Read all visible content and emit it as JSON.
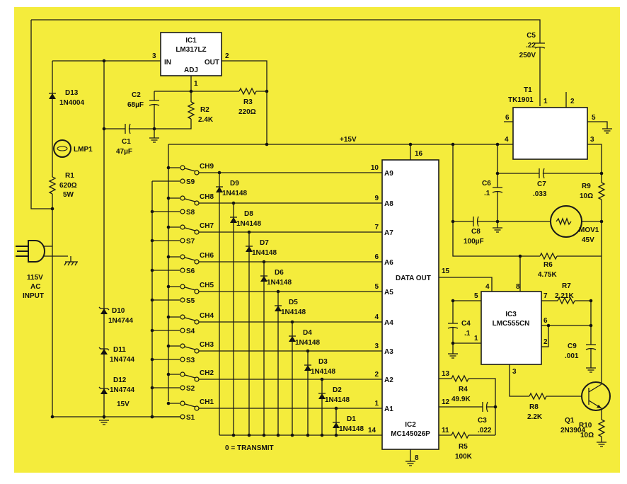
{
  "background_color": "#f4ec3c",
  "ic1": {
    "ref": "IC1",
    "part": "LM317LZ",
    "in": "IN",
    "out": "OUT",
    "adj": "ADJ",
    "pin_in": "3",
    "pin_out": "2",
    "pin_adj": "1"
  },
  "d13": {
    "ref": "D13",
    "part": "1N4004"
  },
  "lmp1": {
    "ref": "LMP1"
  },
  "r1": {
    "ref": "R1",
    "value": "620Ω",
    "rating": "5W"
  },
  "c1": {
    "ref": "C1",
    "value": "47µF"
  },
  "c2": {
    "ref": "C2",
    "value": "68µF"
  },
  "r2": {
    "ref": "R2",
    "value": "2.4K"
  },
  "r3": {
    "ref": "R3",
    "value": "220Ω"
  },
  "supply": {
    "label": "+15V"
  },
  "c5": {
    "ref": "C5",
    "value": ".22",
    "rating": "250V"
  },
  "t1": {
    "ref": "T1",
    "part": "TK1901",
    "pins": [
      "1",
      "2",
      "3",
      "4",
      "5",
      "6"
    ]
  },
  "c6": {
    "ref": "C6",
    "value": ".1"
  },
  "c7": {
    "ref": "C7",
    "value": ".033"
  },
  "r9": {
    "ref": "R9",
    "value": "10Ω"
  },
  "c8": {
    "ref": "C8",
    "value": "100µF"
  },
  "mov1": {
    "ref": "MOV1",
    "value": "45V"
  },
  "ic2": {
    "ref": "IC2",
    "part": "MC145026P",
    "data_out": "DATA OUT",
    "address_pins": [
      {
        "name": "A9",
        "pin": "10"
      },
      {
        "name": "A8",
        "pin": "9"
      },
      {
        "name": "A7",
        "pin": "7"
      },
      {
        "name": "A6",
        "pin": "6"
      },
      {
        "name": "A5",
        "pin": "5"
      },
      {
        "name": "A4",
        "pin": "4"
      },
      {
        "name": "A3",
        "pin": "3"
      },
      {
        "name": "A2",
        "pin": "2"
      },
      {
        "name": "A1",
        "pin": "1"
      }
    ],
    "pin_vdd": "16",
    "pin_dout": "15",
    "pin_13": "13",
    "pin_12": "12",
    "pin_11": "11",
    "pin_te": "14",
    "pin_gnd": "8"
  },
  "switches": [
    {
      "ch": "CH9",
      "s": "S9"
    },
    {
      "ch": "CH8",
      "s": "S8"
    },
    {
      "ch": "CH7",
      "s": "S7"
    },
    {
      "ch": "CH6",
      "s": "S6"
    },
    {
      "ch": "CH5",
      "s": "S5"
    },
    {
      "ch": "CH4",
      "s": "S4"
    },
    {
      "ch": "CH3",
      "s": "S3"
    },
    {
      "ch": "CH2",
      "s": "S2"
    },
    {
      "ch": "CH1",
      "s": "S1"
    }
  ],
  "diodes": [
    {
      "ref": "D9",
      "part": "1N4148"
    },
    {
      "ref": "D8",
      "part": "1N4148"
    },
    {
      "ref": "D7",
      "part": "1N4148"
    },
    {
      "ref": "D6",
      "part": "1N4148"
    },
    {
      "ref": "D5",
      "part": "1N4148"
    },
    {
      "ref": "D4",
      "part": "1N4148"
    },
    {
      "ref": "D3",
      "part": "1N4148"
    },
    {
      "ref": "D2",
      "part": "1N4148"
    },
    {
      "ref": "D1",
      "part": "1N4148"
    }
  ],
  "transmit_label": "0 = TRANSMIT",
  "zeners": [
    {
      "ref": "D10",
      "part": "1N4744"
    },
    {
      "ref": "D11",
      "part": "1N4744"
    },
    {
      "ref": "D12",
      "part": "1N4744",
      "rating": "15V"
    }
  ],
  "ac_input": {
    "line1": "115V",
    "line2": "AC",
    "line3": "INPUT"
  },
  "ic3": {
    "ref": "IC3",
    "part": "LMC555CN",
    "pins": {
      "p1": "1",
      "p2": "2",
      "p3": "3",
      "p4": "4",
      "p5": "5",
      "p6": "6",
      "p7": "7",
      "p8": "8"
    }
  },
  "r6": {
    "ref": "R6",
    "value": "4.75K"
  },
  "r7": {
    "ref": "R7",
    "value": "2.21K"
  },
  "c4": {
    "ref": "C4",
    "value": ".1"
  },
  "c9": {
    "ref": "C9",
    "value": ".001"
  },
  "r4": {
    "ref": "R4",
    "value": "49.9K"
  },
  "c3": {
    "ref": "C3",
    "value": ".022"
  },
  "r5": {
    "ref": "R5",
    "value": "100K"
  },
  "r8": {
    "ref": "R8",
    "value": "2.2K"
  },
  "q1": {
    "ref": "Q1",
    "part": "2N3904"
  },
  "r10": {
    "ref": "R10",
    "value": "10Ω"
  }
}
